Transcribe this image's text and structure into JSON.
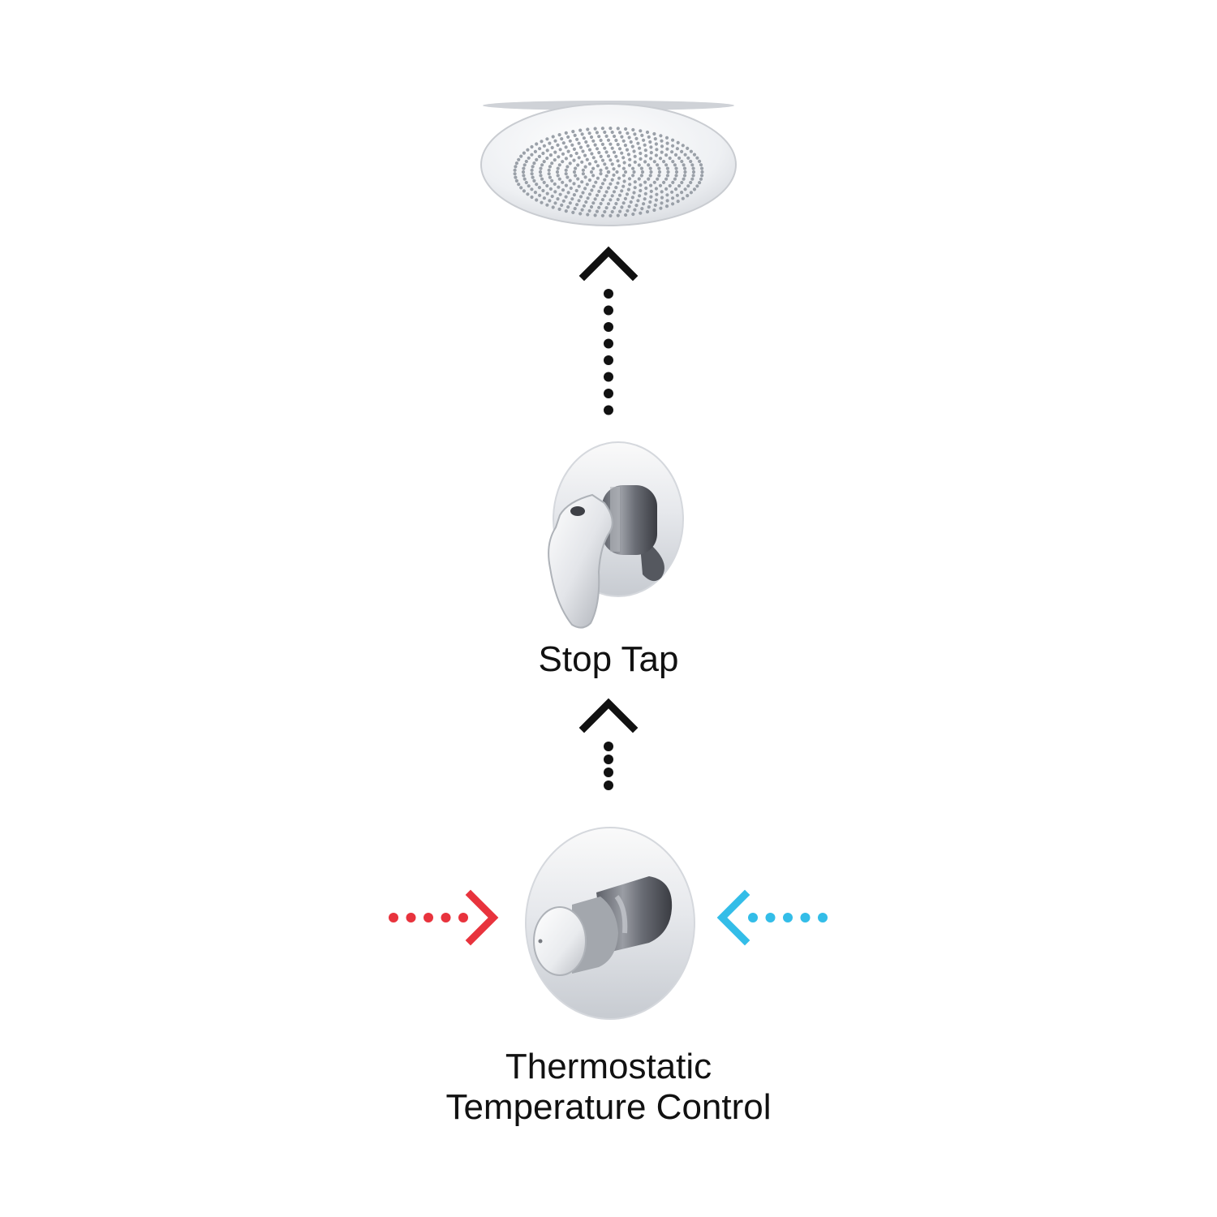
{
  "diagram": {
    "stop_tap_label": "Stop Tap",
    "thermostatic_label_line1": "Thermostatic",
    "thermostatic_label_line2": "Temperature Control",
    "flow_arrow_color": "#111111",
    "hot_inlet_color": "#e8333d",
    "cold_inlet_color": "#33bde8",
    "components": [
      {
        "name": "shower-head",
        "icon": "round-rain-shower-head"
      },
      {
        "name": "stop-tap",
        "icon": "lever-valve"
      },
      {
        "name": "thermostatic-control",
        "icon": "thermostatic-knob"
      }
    ]
  }
}
